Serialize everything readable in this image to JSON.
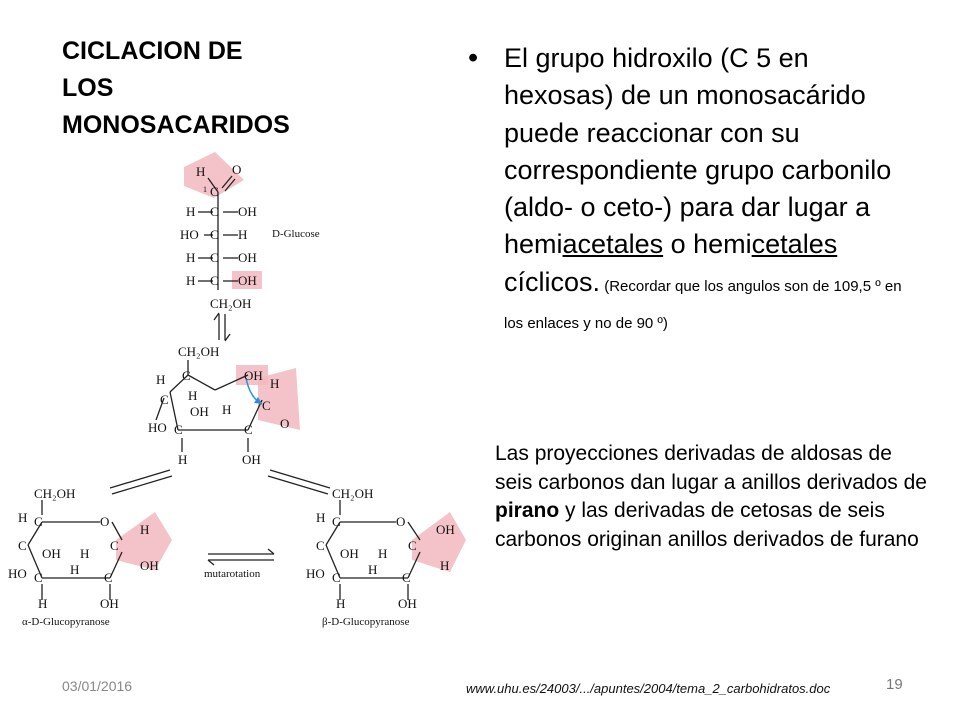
{
  "title": {
    "line1": "CICLACION DE",
    "line2": "LOS",
    "line3": "MONOSACARIDOS"
  },
  "bullet": {
    "intro": "El grupo hidroxilo (C 5 en hexosas) de un monosacárido puede reaccionar con su correspondiente grupo carbonilo (aldo- o ceto-) para dar lugar a hemi",
    "u1": "acetales",
    "mid": " o hemi",
    "u2": "cetales",
    "end": " cíclicos.",
    "note": " (Recordar que los angulos son de 109,5 º en los enlaces y no de 90 º)"
  },
  "paragraph": {
    "before": "Las proyecciones derivadas de aldosas de seis carbonos dan lugar a anillos derivados de ",
    "bold": "pirano",
    "after": " y las derivadas de cetosas de seis carbonos originan anillos derivados de furano"
  },
  "diagram": {
    "glucose_label": "D-Glucose",
    "mutarotation_label": "mutarotation",
    "alpha_label": "α-D-Glucopyranose",
    "beta_label": "β-D-Glucopyranose"
  },
  "footer": {
    "date": "03/01/2016",
    "source": "www.uhu.es/24003/.../apuntes/2004/tema_2_carbohidratos.doc",
    "page": "19"
  }
}
